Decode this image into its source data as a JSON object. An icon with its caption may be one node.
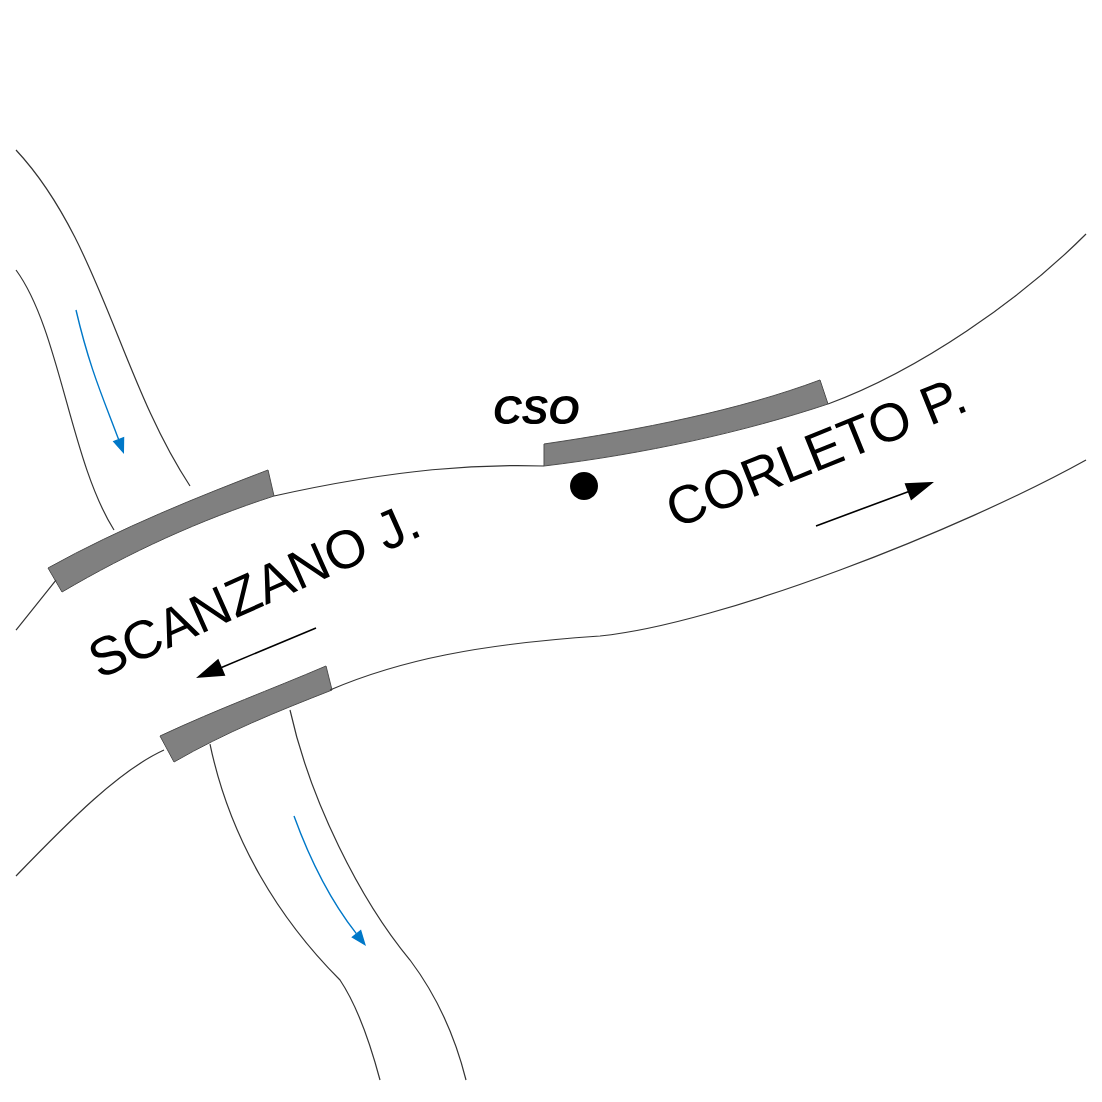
{
  "diagram": {
    "labels": [
      "CSO",
      "CORLETO P.",
      "SCANZANO J."
    ]
  }
}
